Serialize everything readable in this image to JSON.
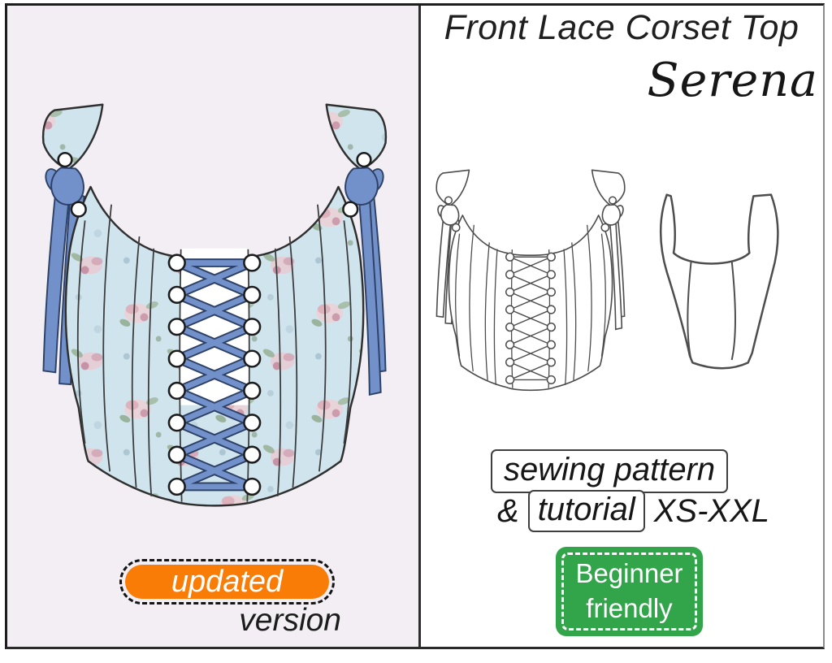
{
  "cover": {
    "left_panel": {
      "illustration_name": "colored-corset-front-illustration",
      "update_badge": {
        "label": "updated"
      },
      "caption": "version"
    },
    "right_panel": {
      "title": "Front Lace Corset Top",
      "brand_signature": "Serena",
      "sketch_front_name": "corset-front-line-drawing",
      "sketch_back_name": "corset-back-line-drawing",
      "offer": {
        "boxed_primary": "sewing pattern",
        "ampersand": "&",
        "boxed_secondary": "tutorial",
        "size_range": "XS-XXL"
      },
      "skill_badge": {
        "line1": "Beginner",
        "line2": "friendly"
      }
    },
    "colors": {
      "left_panel_bg": "#F2EEF3",
      "frame": "#1D1D1D",
      "fabric_blue": "#D0E4EE",
      "floral_pink": "#DCAEBB",
      "ribbon_blue": "#7291CB",
      "lace_outline": "#2E4166",
      "badge_orange": "#F97C06",
      "badge_green": "#32A54A",
      "badge_text": "#FFFFFF"
    }
  }
}
